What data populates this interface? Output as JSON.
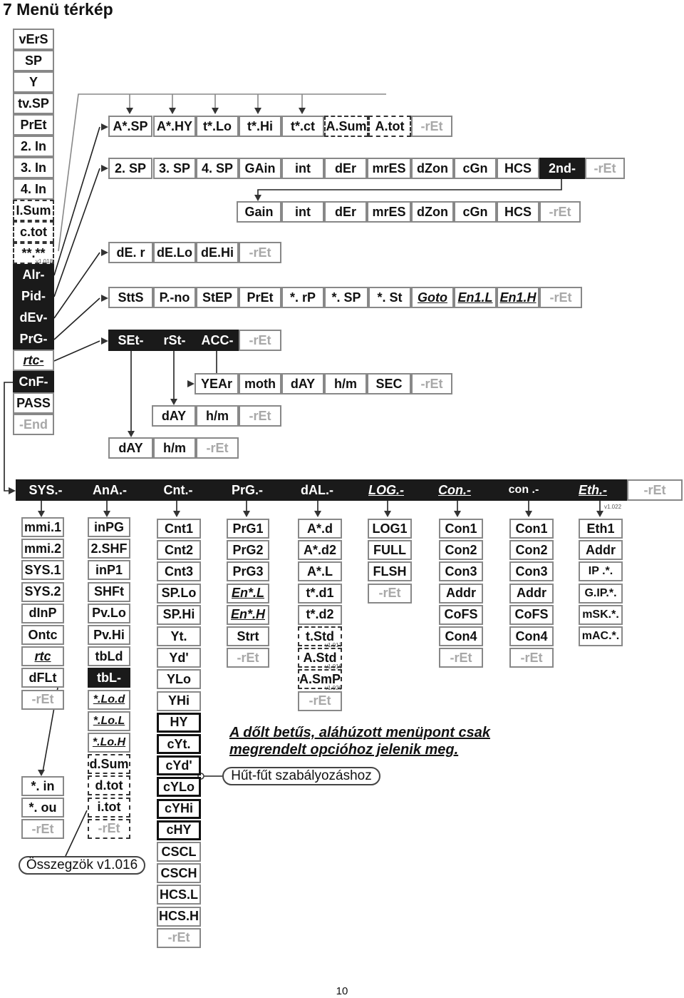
{
  "title": "7  Menü térkép",
  "page_number": "10",
  "note_line1": "A dőlt betűs, aláhúzott menüpont csak",
  "note_line2": "megrendelt opcióhoz jelenik meg.",
  "callout_hcs": "Hűt-fűt szabályozáshoz",
  "callout_sum": "Összegzök v1.016",
  "rows": [
    {
      "id": "main",
      "items": [
        "vErS",
        "SP",
        "Y",
        "tv.SP",
        "PrEt",
        "2. In",
        "3. In",
        "4. In",
        "I.Sum",
        "c.tot",
        "**.**",
        "Alr-",
        "Pid-",
        "dEv-",
        "PrG-",
        "rtc-",
        "CnF-",
        "PASS",
        "-End"
      ]
    },
    {
      "id": "alr",
      "items": [
        "A*.SP",
        "A*.HY",
        "t*.Lo",
        "t*.Hi",
        "t*.ct",
        "A.Sum",
        "A.tot",
        "-rEt"
      ]
    },
    {
      "id": "pid",
      "items": [
        "2. SP",
        "3. SP",
        "4. SP",
        "GAin",
        "int",
        "dEr",
        "mrES",
        "dZon",
        "cGn",
        "HCS",
        "2nd-",
        "-rEt"
      ]
    },
    {
      "id": "pid2",
      "items": [
        "Gain",
        "int",
        "dEr",
        "mrES",
        "dZon",
        "cGn",
        "HCS",
        "-rEt"
      ]
    },
    {
      "id": "dev",
      "items": [
        "dE. r",
        "dE.Lo",
        "dE.Hi",
        "-rEt"
      ]
    },
    {
      "id": "prg",
      "items": [
        "SttS",
        "P.-no",
        "StEP",
        "PrEt",
        "*. rP",
        "*. SP",
        "*. St",
        "Goto",
        "En1.L",
        "En1.H",
        "-rEt"
      ]
    },
    {
      "id": "rtc",
      "items": [
        "SEt-",
        "rSt-",
        "ACC-",
        "-rEt"
      ]
    },
    {
      "id": "set",
      "items": [
        "YEAr",
        "moth",
        "dAY",
        "h/m",
        "SEC",
        "-rEt"
      ]
    },
    {
      "id": "rst",
      "items": [
        "dAY",
        "h/m",
        "-rEt"
      ]
    },
    {
      "id": "acc",
      "items": [
        "dAY",
        "h/m",
        "-rEt"
      ]
    },
    {
      "id": "cnf",
      "items": [
        "SYS.-",
        "AnA.-",
        "Cnt.-",
        "PrG.-",
        "dAL.-",
        "LOG.-",
        "Con.-",
        "con .-",
        "Eth.-",
        "-rEt"
      ]
    },
    {
      "id": "sys",
      "items": [
        "mmi.1",
        "mmi.2",
        "SYS.1",
        "SYS.2",
        "dInP",
        "Ontc",
        "rtc",
        "dFLt",
        "-rEt"
      ]
    },
    {
      "id": "sys_in",
      "items": [
        "*. in",
        "*. ou",
        "-rEt"
      ]
    },
    {
      "id": "ana",
      "items": [
        "inPG",
        "2.SHF",
        "inP1",
        "SHFt",
        "Pv.Lo",
        "Pv.Hi",
        "tbLd",
        "tbL-",
        "*.Lo.d",
        "*.Lo.L",
        "*.Lo.H",
        "d.Sum",
        "d.tot",
        "i.tot",
        "-rEt"
      ]
    },
    {
      "id": "cnt",
      "items": [
        "Cnt1",
        "Cnt2",
        "Cnt3",
        "SP.Lo",
        "SP.Hi",
        "Yt.",
        "Yd'",
        "YLo",
        "YHi",
        "HY",
        "cYt.",
        "cYd'",
        "cYLo",
        "cYHi",
        "cHY",
        "CSCL",
        "CSCH",
        "HCS.L",
        "HCS.H",
        "-rEt"
      ]
    },
    {
      "id": "prgc",
      "items": [
        "PrG1",
        "PrG2",
        "PrG3",
        "En*.L",
        "En*.H",
        "Strt",
        "-rEt"
      ]
    },
    {
      "id": "dal",
      "items": [
        "A*.d",
        "A*.d2",
        "A*.L",
        "t*.d1",
        "t*.d2",
        "t.Std",
        "A.Std",
        "A.SmP",
        "-rEt"
      ]
    },
    {
      "id": "log",
      "items": [
        "LOG1",
        "FULL",
        "FLSH",
        "-rEt"
      ]
    },
    {
      "id": "con",
      "items": [
        "Con1",
        "Con2",
        "Con3",
        "Addr",
        "CoFS",
        "Con4",
        "-rEt"
      ]
    },
    {
      "id": "con2",
      "items": [
        "Con1",
        "Con2",
        "Con3",
        "Addr",
        "CoFS",
        "Con4",
        "-rEt"
      ]
    },
    {
      "id": "eth",
      "items": [
        "Eth1",
        "Addr",
        "IP .*.",
        "G.IP.*.",
        "mSK.*.",
        "mAC.*."
      ]
    }
  ],
  "tags": {
    "v1018": "v1.018",
    "v1022": "v1.022",
    "v1017": "v1.017",
    "v1016": "v1.016",
    "v1020": "v1.020"
  }
}
